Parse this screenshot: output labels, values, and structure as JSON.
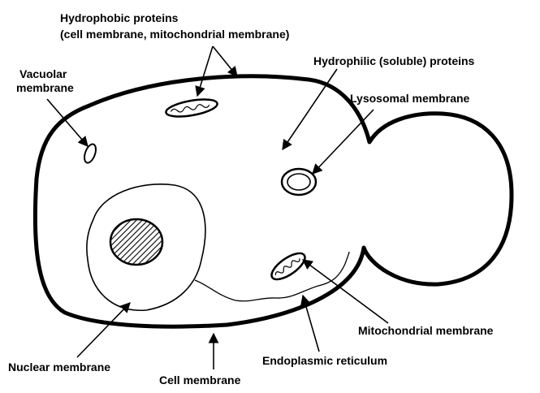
{
  "labels": {
    "hydrophobic_line1": "Hydrophobic proteins",
    "hydrophobic_line2": "(cell membrane, mitochondrial membrane)",
    "vacuolar_line1": "Vacuolar",
    "vacuolar_line2": "membrane",
    "hydrophilic": "Hydrophilic (soluble) proteins",
    "lysosomal": "Lysosomal membrane",
    "mitochondrial": "Mitochondrial membrane",
    "nuclear": "Nuclear membrane",
    "endoplasmic": "Endoplasmic reticulum",
    "cell_membrane": "Cell membrane"
  },
  "colors": {
    "ink": "#000000",
    "background": "#ffffff"
  }
}
